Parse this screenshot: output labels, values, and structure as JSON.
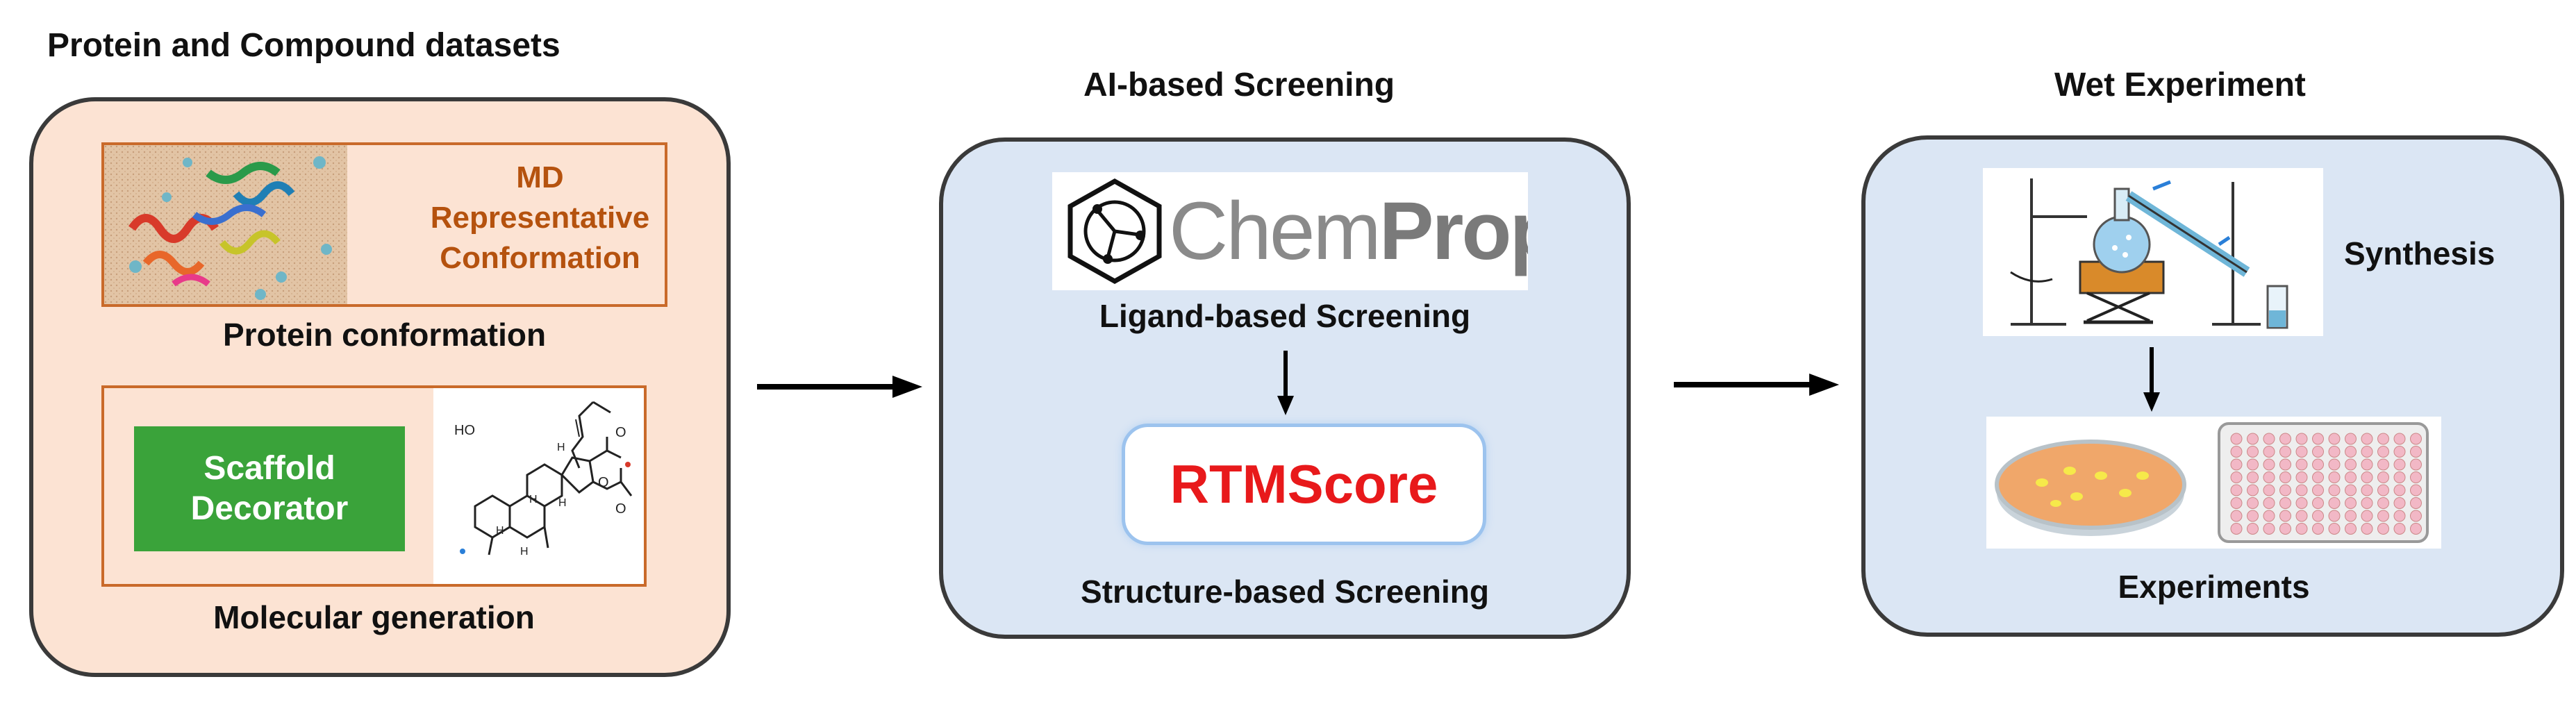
{
  "sections": {
    "datasets": {
      "title": "Protein and Compound datasets",
      "md_label": [
        "MD",
        "Representative",
        "Conformation"
      ],
      "protein_caption": "Protein conformation",
      "scaffold_label": [
        "Scaffold",
        "Decorator"
      ],
      "molecular_caption": "Molecular generation",
      "structure_atom_labels": [
        "HO",
        "H",
        "H",
        "H",
        "H",
        "H",
        "O",
        "O",
        "O"
      ]
    },
    "ai_screening": {
      "title": "AI-based Screening",
      "chemprop_logo": {
        "part1": "Chem",
        "part2": "Prop"
      },
      "ligand_caption": "Ligand-based Screening",
      "rtmscore_label": "RTMScore",
      "structure_caption": "Structure-based Screening"
    },
    "wet_experiment": {
      "title": "Wet Experiment",
      "synthesis_label": "Synthesis",
      "experiments_caption": "Experiments"
    }
  },
  "colors": {
    "peach_panel": "#fce3d3",
    "blue_panel": "#dbe6f4",
    "md_text": "#b5520e",
    "inner_border": "#c96a2a",
    "scaffold_green": "#3aa33a",
    "rtmscore_red": "#e8191b",
    "chemprop_gray": "#8a8a8a"
  },
  "icons": {
    "protein_image": "protein-structure-icon",
    "molecule_image": "steroid-molecule-icon",
    "chemprop_icon": "hexagon-radical-icon",
    "synthesis_image": "lab-apparatus-icon",
    "petri_image": "petri-dish-icon",
    "plate_image": "well-plate-icon"
  }
}
